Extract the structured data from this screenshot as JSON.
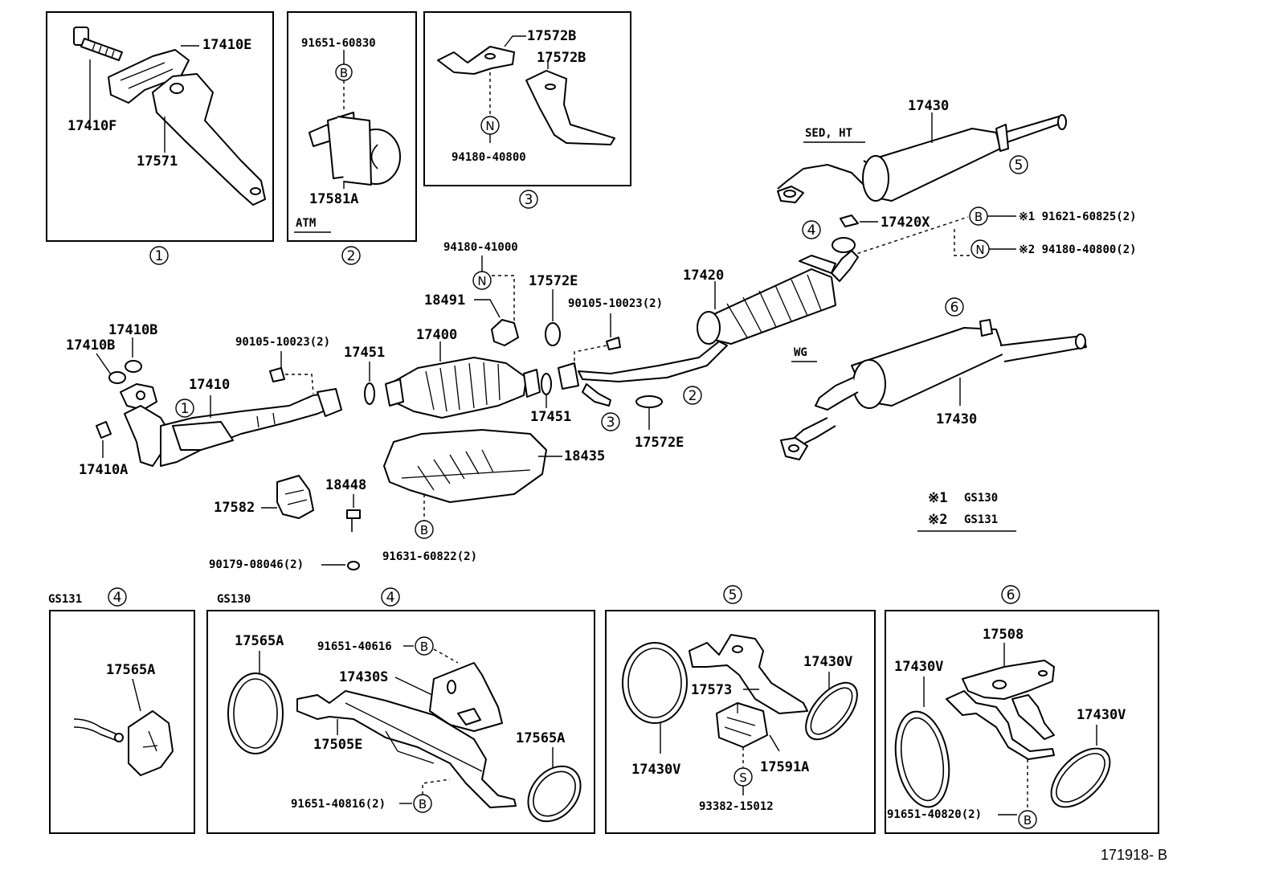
{
  "diagram": {
    "figure_id": "171918- B",
    "legend": [
      {
        "mark": "※1",
        "model": "GS130"
      },
      {
        "mark": "※2",
        "model": "GS131"
      }
    ],
    "boxes": {
      "box1": {
        "parts": [
          "17410E",
          "17410F",
          "17571"
        ],
        "callout": "1"
      },
      "box2": {
        "parts": [
          "91651-60830",
          "B",
          "17581A"
        ],
        "note": "ATM",
        "callout": "2"
      },
      "box3": {
        "parts": [
          "17572B",
          "17572B",
          "N",
          "94180-40800"
        ],
        "callout": "3"
      },
      "box4a": {
        "model": "GS131",
        "callout": "4",
        "parts": [
          "17565A"
        ]
      },
      "box4b": {
        "model": "GS130",
        "callout": "4",
        "parts": [
          "17565A",
          "91651-40616",
          "B",
          "17430S",
          "17505E",
          "17565A",
          "91651-40816(2)",
          "B"
        ]
      },
      "box5": {
        "callout": "5",
        "parts": [
          "17430V",
          "17573",
          "17430V",
          "17591A",
          "S",
          "93382-15012"
        ]
      },
      "box6": {
        "callout": "6",
        "parts": [
          "17508",
          "17430V",
          "17430V",
          "91651-40820(2)",
          "B"
        ]
      }
    },
    "main": {
      "labels": {
        "p17430_top": "17430",
        "sed_ht": "SED, HT",
        "c5": "5",
        "c4": "4",
        "p17420x": "17420X",
        "b_top": "B",
        "n_top": "N",
        "r1": "※1  91621-60825(2)",
        "r2": "※2  94180-40800(2)",
        "p17420": "17420",
        "c6": "6",
        "wg": "WG",
        "p17430_bot": "17430",
        "p94180_41000": "94180-41000",
        "n_mid": "N",
        "p18491": "18491",
        "p17572e_a": "17572E",
        "p90105_a": "90105-10023(2)",
        "p17400": "17400",
        "p17451_a": "17451",
        "p17451_b": "17451",
        "c3": "3",
        "c2": "2",
        "p17572e_b": "17572E",
        "p17410b_a": "17410B",
        "p17410b_b": "17410B",
        "p90105_b": "90105-10023(2)",
        "p17410": "17410",
        "c1": "1",
        "p17410a": "17410A",
        "p18435": "18435",
        "p18448": "18448",
        "p17582": "17582",
        "b_mid": "B",
        "p91631": "91631-60822(2)",
        "p90179": "90179-08046(2)"
      }
    }
  }
}
